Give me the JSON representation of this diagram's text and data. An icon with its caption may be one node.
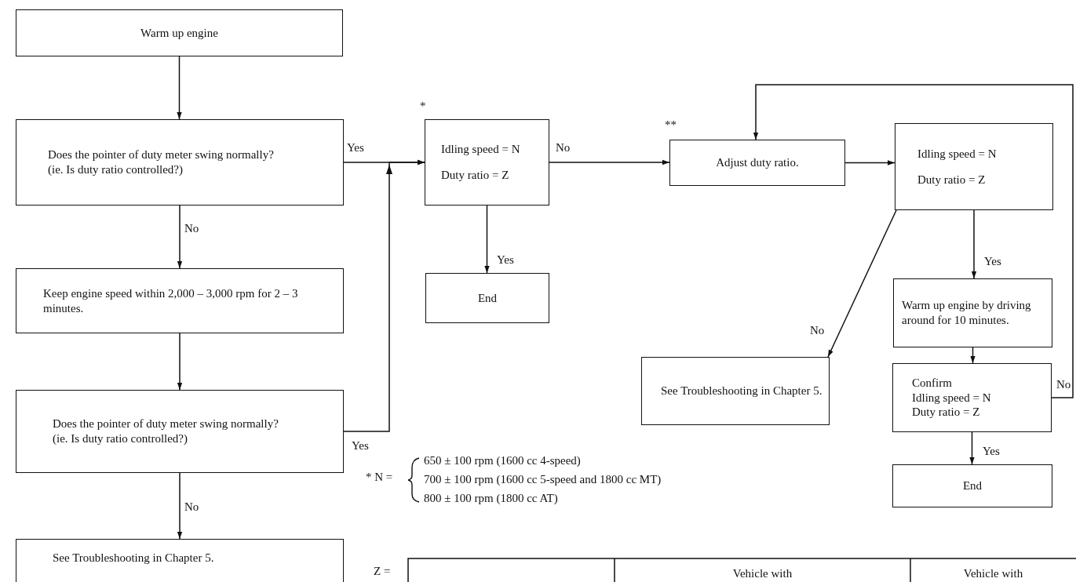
{
  "diagram": {
    "nodes": [
      {
        "text": [
          "Warm up engine"
        ]
      },
      {
        "text": [
          "Does the pointer of duty meter swing normally?",
          "(ie. Is duty ratio controlled?)"
        ]
      },
      {
        "text": [
          "Keep engine speed within 2,000 – 3,000 rpm for 2 – 3 minutes."
        ]
      },
      {
        "text": [
          "Does the pointer of duty meter swing normally?",
          "(ie. Is duty ratio controlled?)"
        ]
      },
      {
        "text": [
          "See Troubleshooting in Chapter 5."
        ]
      },
      {
        "text": [
          "Idling speed = N",
          "Duty ratio = Z"
        ],
        "beside": [
          "*"
        ]
      },
      {
        "text": [
          "End"
        ]
      },
      {
        "text": [
          "Adjust duty ratio."
        ],
        "beside": [
          "**"
        ]
      },
      {
        "text": [
          "Idling speed = N",
          "Duty ratio = Z"
        ]
      },
      {
        "text": [
          "See Troubleshooting in Chapter 5."
        ]
      },
      {
        "text": [
          "Warm up engine by driving around for 10 minutes."
        ]
      },
      {
        "text": [
          "Confirm",
          "Idling speed = N",
          "Duty ratio = Z"
        ]
      },
      {
        "text": [
          "End"
        ]
      }
    ],
    "edges": [
      {
        "from": 0,
        "to": 1,
        "arrow": "to"
      },
      {
        "from": 1,
        "to": 2,
        "arrow": "to",
        "label": "No"
      },
      {
        "from": 2,
        "to": 3,
        "arrow": "to"
      },
      {
        "from": 3,
        "to": 4,
        "arrow": "to",
        "label": "No"
      },
      {
        "from": 1,
        "to": 5,
        "arrow": "to",
        "label": "Yes"
      },
      {
        "from": 3,
        "to": 5,
        "arrow": "to",
        "label": "Yes"
      },
      {
        "from": 5,
        "to": 7,
        "arrow": "to",
        "label": "No"
      },
      {
        "from": 5,
        "to": 6,
        "arrow": "to",
        "label": "Yes"
      },
      {
        "from": 7,
        "to": 8,
        "arrow": "to"
      },
      {
        "from": 8,
        "to": 9,
        "arrow": "to",
        "label": "No"
      },
      {
        "from": 8,
        "to": 10,
        "arrow": "to",
        "label": "Yes"
      },
      {
        "from": 10,
        "to": 11,
        "arrow": "to"
      },
      {
        "from": 11,
        "to": 12,
        "arrow": "to",
        "label": "Yes"
      },
      {
        "from": 11,
        "to": 7,
        "arrow": "to",
        "label": "No"
      }
    ],
    "labels": [
      "* N =",
      "650 ± 100 rpm (1600 cc 4-speed)",
      "700 ± 100 rpm (1600 cc 5-speed and 1800 cc MT)",
      "800 ± 100 rpm (1800 cc AT)",
      "Z =",
      "Vehicle with",
      "Vehicle with"
    ]
  }
}
